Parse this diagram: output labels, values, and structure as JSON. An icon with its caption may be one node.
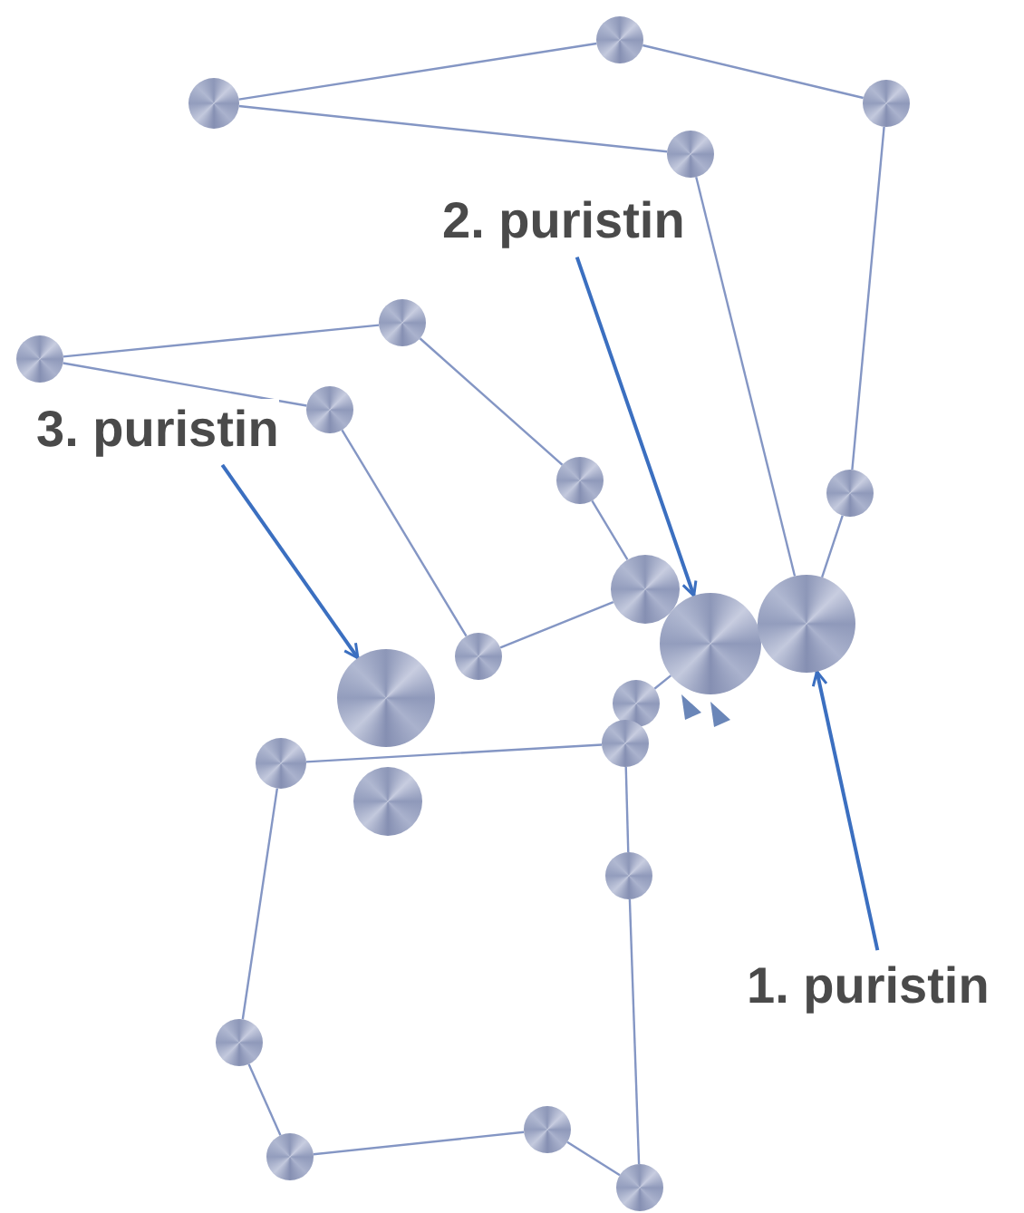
{
  "diagram": {
    "nodes": [
      {
        "text": [
          "1. puristin"
        ]
      },
      {
        "text": [
          "2. puristin"
        ]
      },
      {
        "text": [
          "3. puristin"
        ]
      },
      {
        "text": [],
        "shape": "circle"
      },
      {
        "text": [],
        "shape": "circle"
      },
      {
        "text": [],
        "shape": "circle"
      },
      {
        "text": [],
        "shape": "circle"
      },
      {
        "text": [],
        "shape": "circle"
      },
      {
        "text": [],
        "shape": "circle"
      },
      {
        "text": [],
        "shape": "circle"
      },
      {
        "text": [],
        "shape": "circle"
      },
      {
        "text": [],
        "shape": "circle"
      },
      {
        "text": [],
        "shape": "circle"
      },
      {
        "text": [],
        "shape": "circle"
      },
      {
        "text": [],
        "shape": "circle"
      },
      {
        "text": [],
        "shape": "circle"
      },
      {
        "text": [],
        "shape": "circle"
      },
      {
        "text": [],
        "shape": "circle"
      },
      {
        "text": [],
        "shape": "circle"
      },
      {
        "text": [],
        "shape": "circle"
      },
      {
        "text": [],
        "shape": "circle"
      },
      {
        "text": [],
        "shape": "circle"
      },
      {
        "text": [],
        "shape": "circle"
      },
      {
        "text": [],
        "shape": "circle"
      },
      {
        "text": [],
        "shape": "circle"
      },
      {
        "text": [],
        "shape": "circle"
      }
    ],
    "edges": [
      {
        "from": 0,
        "to": 16,
        "arrow": "to",
        "color": "#3b6fc0"
      },
      {
        "from": 1,
        "to": 15,
        "arrow": "to",
        "color": "#3b6fc0"
      },
      {
        "from": 2,
        "to": 14,
        "arrow": "to",
        "color": "#3b6fc0"
      },
      {
        "from": 3,
        "to": 4,
        "arrow": "none"
      },
      {
        "from": 4,
        "to": 5,
        "arrow": "none"
      },
      {
        "from": 5,
        "to": 7,
        "arrow": "none"
      },
      {
        "from": 7,
        "to": 16,
        "arrow": "none"
      },
      {
        "from": 16,
        "to": 6,
        "arrow": "none"
      },
      {
        "from": 6,
        "to": 3,
        "arrow": "none"
      },
      {
        "from": 8,
        "to": 9,
        "arrow": "none"
      },
      {
        "from": 9,
        "to": 11,
        "arrow": "none"
      },
      {
        "from": 11,
        "to": 12,
        "arrow": "none"
      },
      {
        "from": 12,
        "to": 13,
        "arrow": "none"
      },
      {
        "from": 13,
        "to": 10,
        "arrow": "none"
      },
      {
        "from": 10,
        "to": 8,
        "arrow": "none"
      },
      {
        "from": 15,
        "to": 17,
        "arrow": "none"
      },
      {
        "from": 18,
        "to": 19,
        "arrow": "none"
      },
      {
        "from": 19,
        "to": 21,
        "arrow": "none"
      },
      {
        "from": 21,
        "to": 25,
        "arrow": "none"
      },
      {
        "from": 25,
        "to": 23,
        "arrow": "none"
      },
      {
        "from": 23,
        "to": 24,
        "arrow": "none"
      },
      {
        "from": 24,
        "to": 22,
        "arrow": "none"
      },
      {
        "from": 22,
        "to": 18,
        "arrow": "none"
      }
    ]
  }
}
